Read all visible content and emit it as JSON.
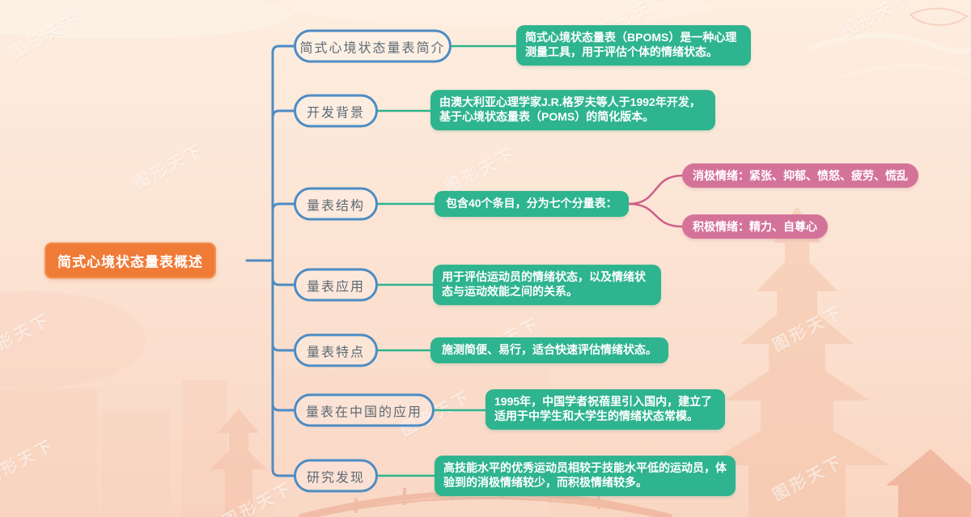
{
  "root": {
    "label": "简式心境状态量表概述"
  },
  "branches": [
    {
      "label": "简式心境状态量表简介",
      "detail": "简式心境状态量表（BPOMS）是一种心理测量工具，用于评估个体的情绪状态。"
    },
    {
      "label": "开发背景",
      "detail": "由澳大利亚心理学家J.R.格罗夫等人于1992年开发，基于心境状态量表（POMS）的简化版本。"
    },
    {
      "label": "量表结构",
      "detail": "包含40个条目，分为七个分量表：",
      "children": [
        "消极情绪：紧张、抑郁、愤怒、疲劳、慌乱",
        "积极情绪：精力、自尊心"
      ]
    },
    {
      "label": "量表应用",
      "detail": "用于评估运动员的情绪状态，以及情绪状态与运动效能之间的关系。"
    },
    {
      "label": "量表特点",
      "detail": "施测简便、易行，适合快速评估情绪状态。"
    },
    {
      "label": "量表在中国的应用",
      "detail": "1995年，中国学者祝蓓里引入国内，建立了适用于中学生和大学生的情绪状态常模。"
    },
    {
      "label": "研究发现",
      "detail": "高技能水平的优秀运动员相较于技能水平低的运动员，体验到的消极情绪较少，而积极情绪较多。"
    }
  ],
  "watermark": {
    "text": "图形天下"
  },
  "colors": {
    "root_bg": "#ef7b37",
    "branch_line": "#4d8cc3",
    "detail_bg": "#2eb48e",
    "sub_bg": "#d4739a",
    "sub_line": "#cf5f88",
    "background": "#fce5d5"
  }
}
